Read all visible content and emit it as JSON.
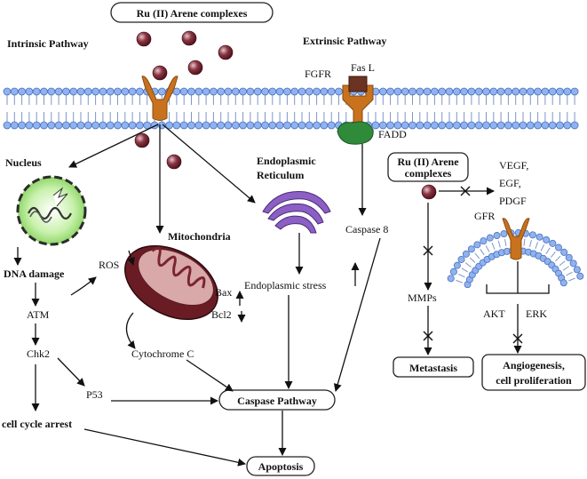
{
  "colors": {
    "membrane_head": "#8fb3ef",
    "membrane_head_stroke": "#4c6fbf",
    "molecule": "#6e1e2a",
    "receptor": "#c8721e",
    "fas_ligand": "#6b3322",
    "fadd": "#2f8a3a",
    "nucleus": "#9fe07c",
    "mitochondria": "#6a1c25",
    "er": "#8c5fc4"
  },
  "icons": {
    "molecules": "ru-complex-molecule-icon",
    "nucleus": "nucleus-cell-icon",
    "mitochondria": "mitochondrion-icon",
    "er": "endoplasmic-reticulum-icon",
    "receptor": "membrane-receptor-icon"
  },
  "labels": {
    "title": "Ru (II) Arene complexes",
    "intrinsic": "Intrinsic Pathway",
    "extrinsic": "Extrinsic Pathway",
    "fgfr": "FGFR",
    "fasl": "Fas L",
    "fadd": "FADD",
    "nucleus": "Nucleus",
    "er_line1": "Endoplasmic",
    "er_line2": "Reticulum",
    "mitochondria": "Mitochondria",
    "ros": "ROS",
    "dna_damage": "DNA damage",
    "atm": "ATM",
    "chk2": "Chk2",
    "p53": "P53",
    "cell_cycle_arrest": "cell cycle arrest",
    "bax": "Bax",
    "bcl2": "Bcl2",
    "cytochrome_c": "Cytochrome C",
    "er_stress": "Endoplasmic stress",
    "caspase8": "Caspase 8",
    "caspase_pathway": "Caspase Pathway",
    "apoptosis": "Apoptosis",
    "ru_box_line1": "Ru (II) Arene",
    "ru_box_line2": "complexes",
    "vegf": "VEGF,",
    "egf": "EGF,",
    "pdgf": "PDGF",
    "gfr": "GFR",
    "mmps": "MMPs",
    "metastasis": "Metastasis",
    "akt": "AKT",
    "erk": "ERK",
    "angio_line1": "Angiogenesis,",
    "angio_line2": "cell proliferation"
  }
}
